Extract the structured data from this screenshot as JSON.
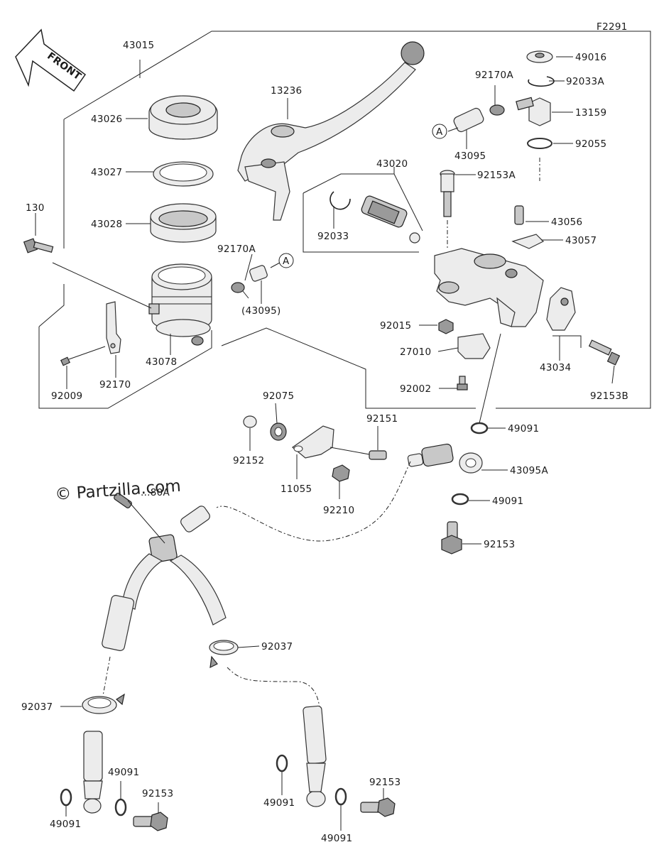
{
  "diagram_code": "F2291",
  "front_label": "FRONT",
  "watermark": "© Partzilla.com",
  "callout_A": "A",
  "labels": {
    "p43015": "43015",
    "p43026": "43026",
    "p43027": "43027",
    "p43028": "43028",
    "p130": "130",
    "p13236": "13236",
    "p92170A_top": "92170A",
    "p92170A_mid": "92170A",
    "p43095": "43095",
    "p43095_paren": "(43095)",
    "p43020": "43020",
    "p92033": "92033",
    "p43078": "43078",
    "p92170": "92170",
    "p92009": "92009",
    "p49016": "49016",
    "p92033A": "92033A",
    "p13159": "13159",
    "p92055": "92055",
    "p92153A": "92153A",
    "p43056": "43056",
    "p43057": "43057",
    "p92015": "92015",
    "p27010": "27010",
    "p92002": "92002",
    "p43034": "43034",
    "p92153B": "92153B",
    "p49091_a": "49091",
    "p92075": "92075",
    "p92152": "92152",
    "p92151": "92151",
    "p11055": "11055",
    "p92210": "92210",
    "p43095A": "43095A",
    "p49091_b": "49091",
    "p92153_a": "92153",
    "p43096A_partial": "...80A",
    "p92037_a": "92037",
    "p92037_b": "92037",
    "p49091_c": "49091",
    "p49091_d": "49091",
    "p92153_b": "92153",
    "p49091_e": "49091",
    "p49091_f": "49091",
    "p92153_c": "92153"
  }
}
